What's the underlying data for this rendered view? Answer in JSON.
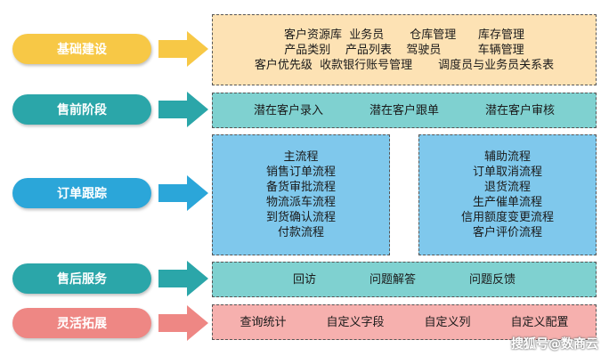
{
  "colors": {
    "stage1": "#F7C846",
    "stage2": "#2BA6A9",
    "stage3": "#2BA6D9",
    "stage4": "#2BA6A9",
    "stage5": "#EE8784",
    "box1": "#FDE2B4",
    "box2": "#7FD1D0",
    "box3": "#7FC8EC",
    "box4": "#7FD1D0",
    "box5": "#F6B0AE",
    "arrow1": "#F7C846",
    "arrow2": "#2BA6A9",
    "arrow3": "#2BA6D9",
    "arrow4": "#2BA6A9",
    "arrow5": "#EE8784"
  },
  "stages": [
    {
      "label": "基础建设"
    },
    {
      "label": "售前阶段"
    },
    {
      "label": "订单跟踪"
    },
    {
      "label": "售后服务"
    },
    {
      "label": "灵活拓展"
    }
  ],
  "foundation": {
    "lines": [
      "客户资源库  业务员       仓库管理      库存管理",
      "产品类别    产品列表    驾驶员          车辆管理",
      "客户优先级  收款银行账号管理       调度员与业务员关系表"
    ]
  },
  "presale": {
    "items": [
      "潜在客户录入",
      "潜在客户跟单",
      "潜在客户审核"
    ]
  },
  "order": {
    "main": [
      "主流程",
      "销售订单流程",
      "备货审批流程",
      "物流派车流程",
      "到货确认流程",
      "付款流程"
    ],
    "aux": [
      "辅助流程",
      "订单取消流程",
      "退货流程",
      "生产催单流程",
      "信用额度变更流程",
      "客户评价流程"
    ]
  },
  "aftersale": {
    "items": [
      "回访",
      "问题解答",
      "问题反馈"
    ]
  },
  "extension": {
    "items": [
      "查询统计",
      "自定义字段",
      "自定义列",
      "自定义配置"
    ]
  },
  "watermark": "搜狐号@数商云"
}
